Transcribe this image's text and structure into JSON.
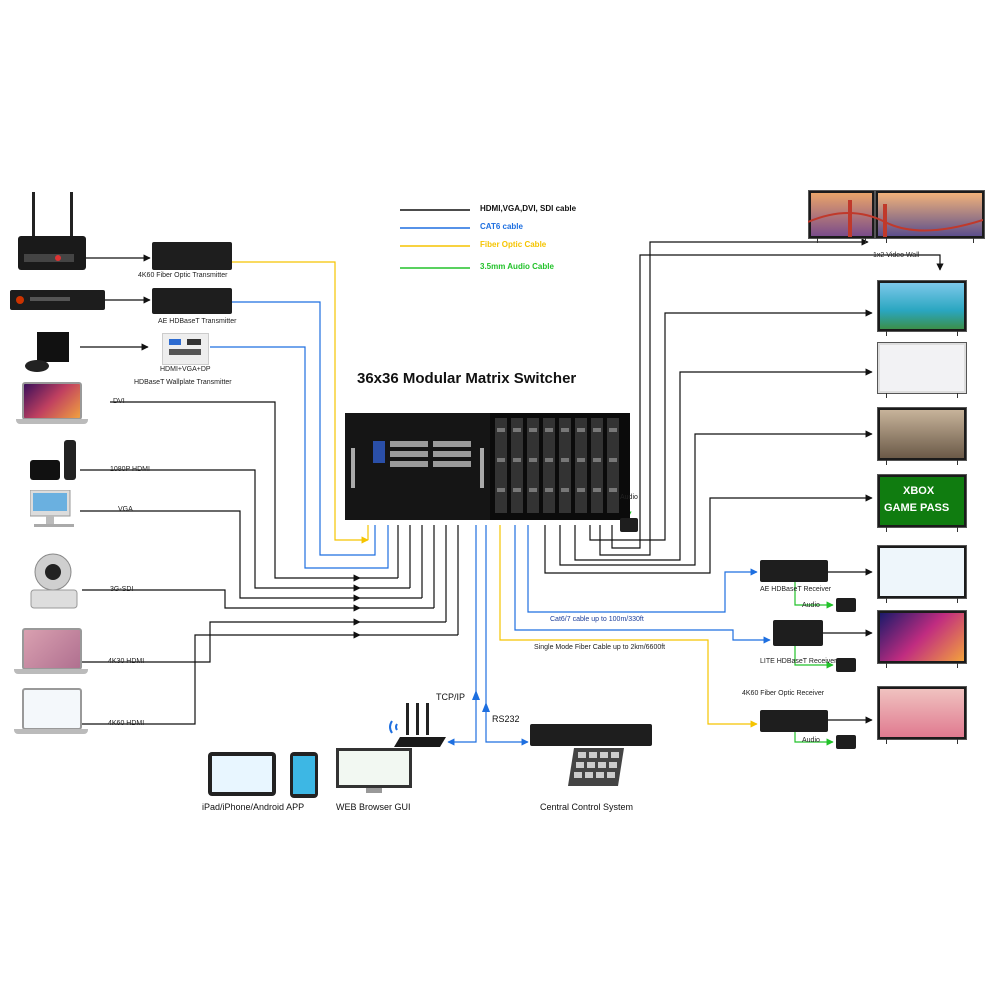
{
  "title": "36x36 Modular Matrix Switcher",
  "legend": [
    {
      "label": "HDMI,VGA,DVI, SDI cable",
      "color": "#111111"
    },
    {
      "label": "CAT6 cable",
      "color": "#1e6fe0"
    },
    {
      "label": "Fiber Optic Cable",
      "color": "#f5c400"
    },
    {
      "label": "3.5mm Audio Cable",
      "color": "#22c22a"
    }
  ],
  "inputs": {
    "fiber_tx": "4K60 Fiber Optic Transmitter",
    "ae_tx": "AE HDBaseT Transmitter",
    "wallplate_label": "HDMI+VGA+DP",
    "wallplate_tx": "HDBaseT Wallplate Transmitter",
    "dvi": "DVI",
    "hdmi_1080p": "1080P HDMI",
    "vga": "VGA",
    "sdi": "3G-SDI",
    "hdmi_4k30": "4K30 HDMI",
    "hdmi_4k60": "4K60 HDMI"
  },
  "outputs": {
    "video_wall": "1x2 Video Wall",
    "audio": "Audio",
    "xbox_line1": "XBOX",
    "xbox_line2": "GAME PASS",
    "ae_rx": "AE HDBaseT Receiver",
    "lite_rx": "LITE HDBaseT Receiver",
    "fiber_rx": "4K60 Fiber Optic Receiver",
    "cat_note": "Cat6/7 cable up to 100m/330ft",
    "fiber_note": "Single Mode Fiber Cable up to 2km/6600ft"
  },
  "control": {
    "tcpip": "TCP/IP",
    "rs232": "RS232",
    "app": "iPad/iPhone/Android APP",
    "web": "WEB Browser GUI",
    "central": "Central Control System"
  },
  "icons": [
    "router-icon",
    "bluray-player-icon",
    "xbox-icon",
    "laptop-icon",
    "apple-tv-icon",
    "imac-icon",
    "ptz-camera-icon",
    "wifi-router-icon",
    "tablet-icon",
    "phone-icon",
    "monitor-icon",
    "control-keypad-icon"
  ]
}
